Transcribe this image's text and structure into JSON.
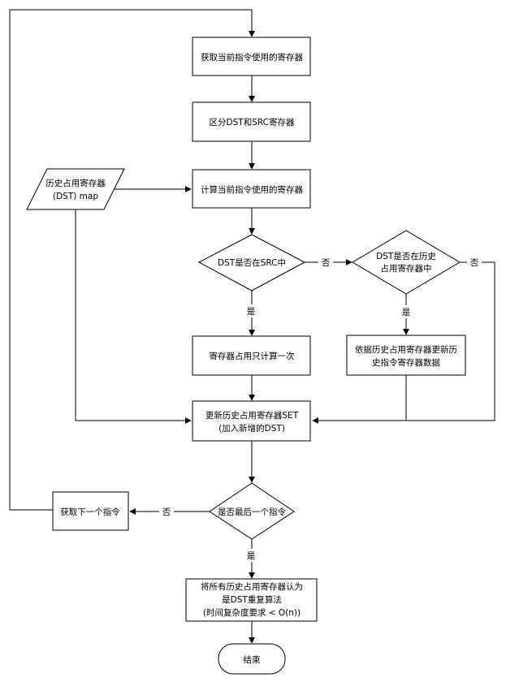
{
  "flowchart": {
    "nodes": {
      "get_registers": {
        "text": [
          "获取当前指令使用的寄存器"
        ]
      },
      "split_dst_src": {
        "text": [
          "区分DST和SRC寄存器"
        ]
      },
      "history_map": {
        "text": [
          "历史占用寄存器",
          "(DST) map"
        ]
      },
      "compute_regs": {
        "text": [
          "计算当前指令使用的寄存器"
        ]
      },
      "dst_in_src": {
        "text": [
          "DST是否在SRC中"
        ]
      },
      "dst_in_history": {
        "text": [
          "DST是否在历史",
          "占用寄存器中"
        ]
      },
      "count_once": {
        "text": [
          "寄存器占用只计算一次"
        ]
      },
      "update_by_history": {
        "text": [
          "依据历史占用寄存器更新历",
          "史指令寄存器数据"
        ]
      },
      "update_set": {
        "text": [
          "更新历史占用寄存器SET",
          "(加入新增的DST)"
        ]
      },
      "last_instr": {
        "text": [
          "是否最后一个指令"
        ]
      },
      "next_instr": {
        "text": [
          "获取下一个指令"
        ]
      },
      "treat_as_dst": {
        "text": [
          "将所有历史占用寄存器认为",
          "是DST重复算法",
          "(时间复杂度要求 < O(n))"
        ]
      },
      "end": {
        "text": [
          "结束"
        ]
      }
    },
    "edge_labels": {
      "yes": "是",
      "no": "否"
    }
  }
}
